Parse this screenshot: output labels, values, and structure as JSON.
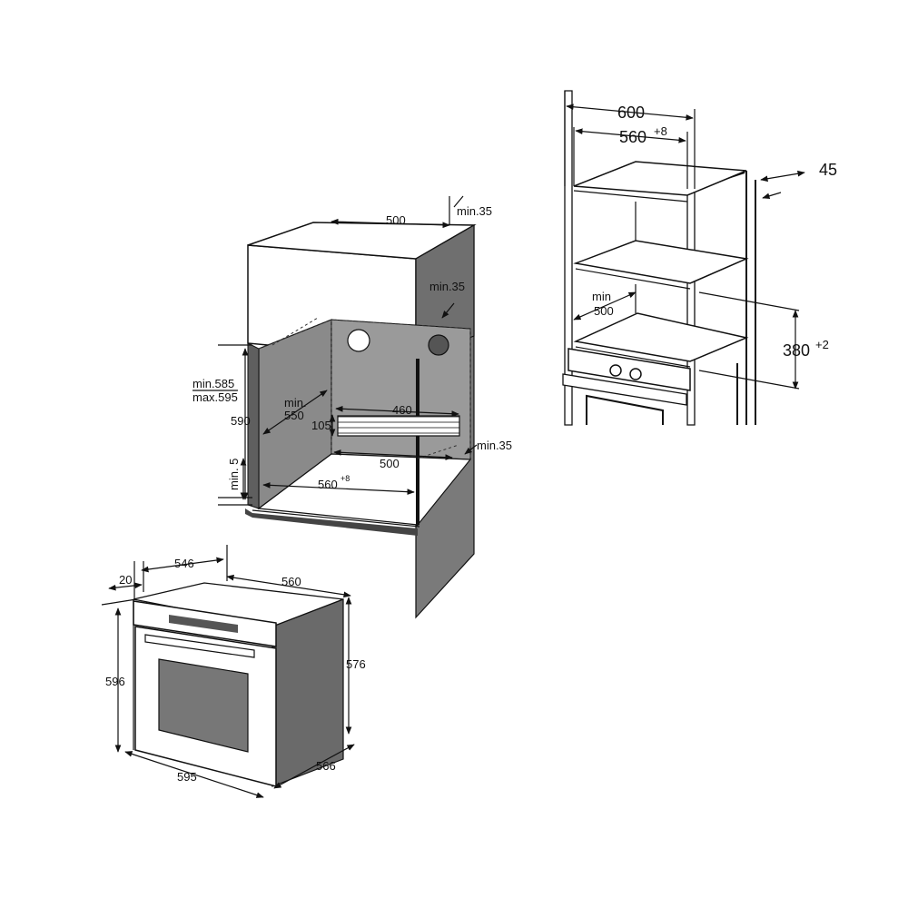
{
  "cabinet_under": {
    "dims": {
      "top_depth": "500",
      "top_gap": "min.35",
      "side_gap": "min.35",
      "height_range_min": "min.585",
      "height_range_max": "max.595",
      "height": "590",
      "inner_depth": "min.",
      "inner_depth_val": "550",
      "vent_width": "460",
      "vent_height": "105",
      "bottom_depth": "500",
      "bottom_gap": "min.35",
      "plinth": "min. 5",
      "width": "560",
      "width_tol": "+8"
    }
  },
  "oven": {
    "dims": {
      "front_offset": "20",
      "panel_depth": "546",
      "body_width": "560",
      "height": "596",
      "body_height": "576",
      "width": "595",
      "depth": "566"
    }
  },
  "column_cabinet": {
    "dims": {
      "outer_width": "600",
      "inner_width": "560",
      "inner_width_tol": "+8",
      "side_depth": "45",
      "shelf_depth_label": "min",
      "shelf_depth": "500",
      "opening_height": "380",
      "opening_height_tol": "+2"
    }
  }
}
